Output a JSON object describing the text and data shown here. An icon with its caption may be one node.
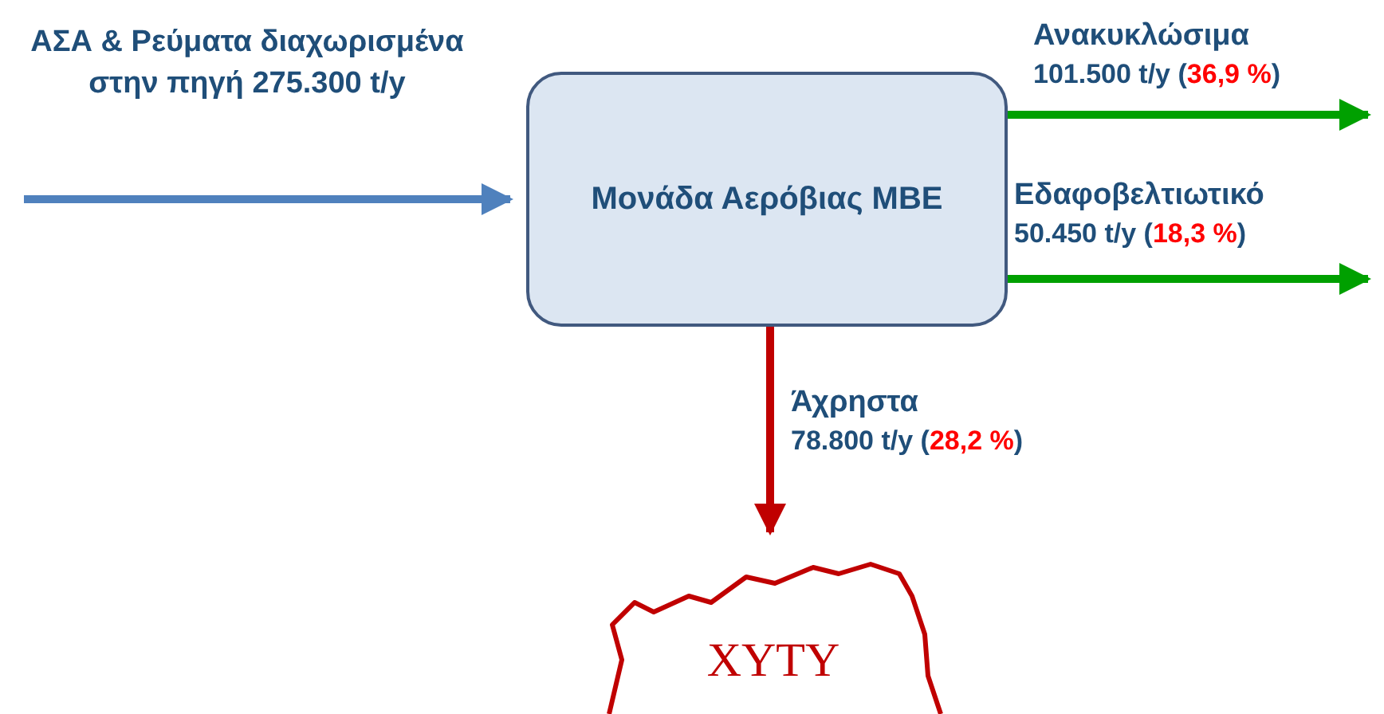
{
  "diagram": {
    "nodes": [
      {
        "text": [
          "Μονάδα Αερόβιας ΜΒΕ"
        ]
      },
      {
        "text": [
          "ΧΥΤΥ"
        ]
      }
    ],
    "edges": [
      {
        "from": null,
        "to": 0,
        "arrow": "to",
        "label": "ΑΣΑ & Ρεύματα διαχωρισμένα στην πηγή 275.300 t/y",
        "color": "#4f81bd"
      },
      {
        "from": 0,
        "to": null,
        "arrow": "to",
        "label": "Ανακυκλώσιμα 101.500 t/y (**36,9 %**)",
        "color": "#00a000"
      },
      {
        "from": 0,
        "to": null,
        "arrow": "to",
        "label": "Εδαφοβελτιωτικό 50.450 t/y (**18,3 %**)",
        "color": "#00a000"
      },
      {
        "from": 0,
        "to": 1,
        "arrow": "to",
        "label": "Άχρηστα 78.800 t/y (**28,2 %**)",
        "color": "#c00000"
      }
    ]
  }
}
